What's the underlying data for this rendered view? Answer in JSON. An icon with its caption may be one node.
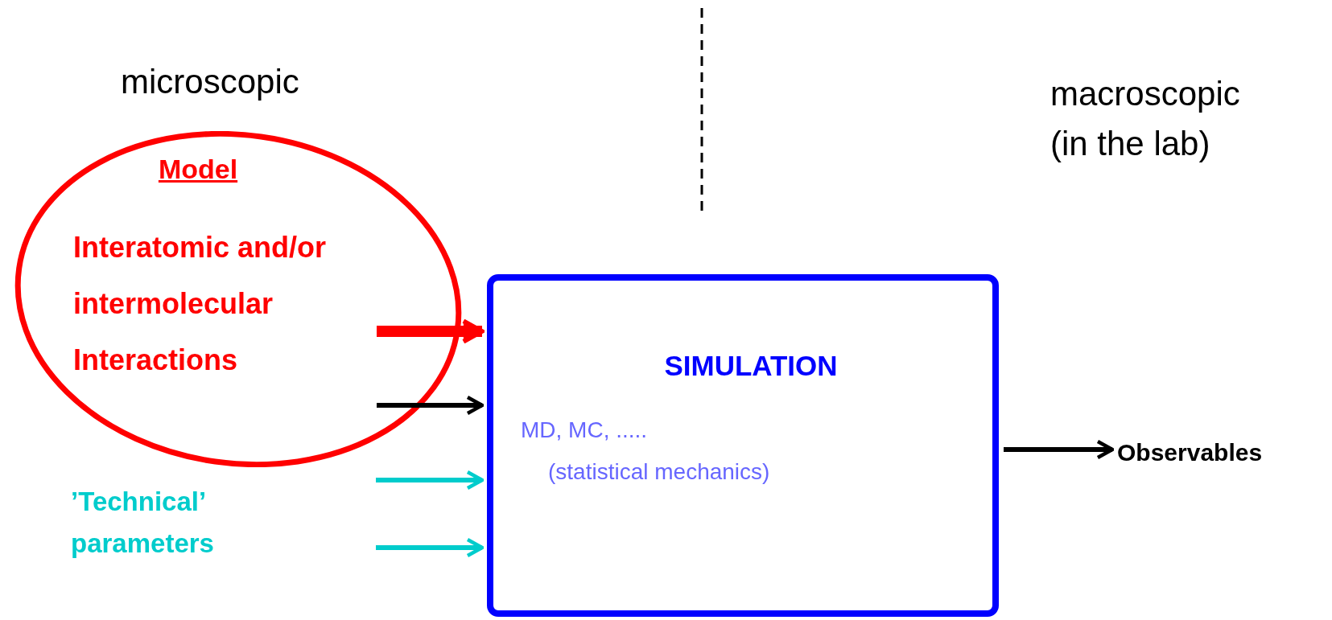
{
  "diagram": {
    "nodes": [
      {
        "text": [
          "Model",
          "Interatomic and/or intermolecular Interactions"
        ]
      },
      {
        "text": [
          "SIMULATION",
          "MD, MC, .....",
          "(statistical mechanics)"
        ]
      },
      {
        "text": [
          "Observables"
        ]
      }
    ],
    "edges": [
      {
        "from": 0,
        "to": 1,
        "arrow": "to",
        "style": "thick",
        "color": "#ff0000"
      },
      {
        "from": 0,
        "to": 1,
        "arrow": "to"
      },
      {
        "from": null,
        "to": 1,
        "arrow": "to",
        "color": "#00cccc"
      },
      {
        "from": null,
        "to": 1,
        "arrow": "to",
        "color": "#00cccc"
      },
      {
        "from": 1,
        "to": 2,
        "arrow": "to"
      }
    ],
    "labels": [
      "microscopic",
      "macroscopic (in the lab)",
      "’Technical’ parameters"
    ]
  }
}
